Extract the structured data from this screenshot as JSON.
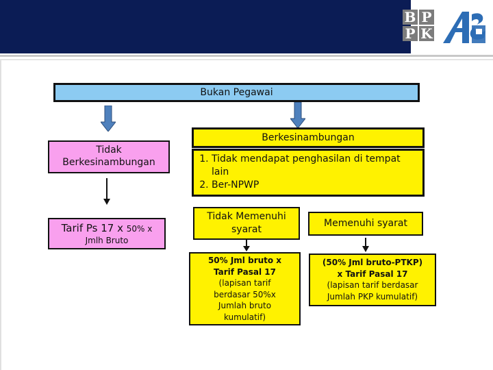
{
  "header": {
    "logo_left_letters": [
      "B",
      "P",
      "P",
      "K"
    ],
    "logo_right_text": "ASP",
    "band_color": "#0b1c55"
  },
  "diagram": {
    "title": "Bukan Pegawai",
    "left_branch": {
      "label": "Tidak Berkesinambungan",
      "result_main": "Tarif Ps 17 x",
      "result_pct": "50% x",
      "result_sub": "Jmlh Bruto"
    },
    "right_branch": {
      "label": "Berkesinambungan",
      "conditions": [
        "Tidak mendapat penghasilan di tempat lain",
        "Ber-NPWP"
      ],
      "not_met": {
        "label": "Tidak Memenuhi syarat",
        "result_bold": [
          "50% Jml bruto x",
          "Tarif Pasal 17"
        ],
        "result_normal": [
          "(lapisan tarif",
          "berdasar 50%x",
          "Jumlah bruto",
          "kumulatif)"
        ]
      },
      "met": {
        "label": "Memenuhi syarat",
        "result_bold": [
          "(50% Jml bruto-PTKP)",
          "x Tarif Pasal 17"
        ],
        "result_normal": [
          "(lapisan tarif berdasar",
          "Jumlah PKP kumulatif)"
        ]
      }
    },
    "colors": {
      "title_box": "#8ccbf2",
      "left_boxes": "#f9a0ee",
      "right_boxes": "#fff200",
      "big_arrow": "#4f81bd"
    }
  }
}
